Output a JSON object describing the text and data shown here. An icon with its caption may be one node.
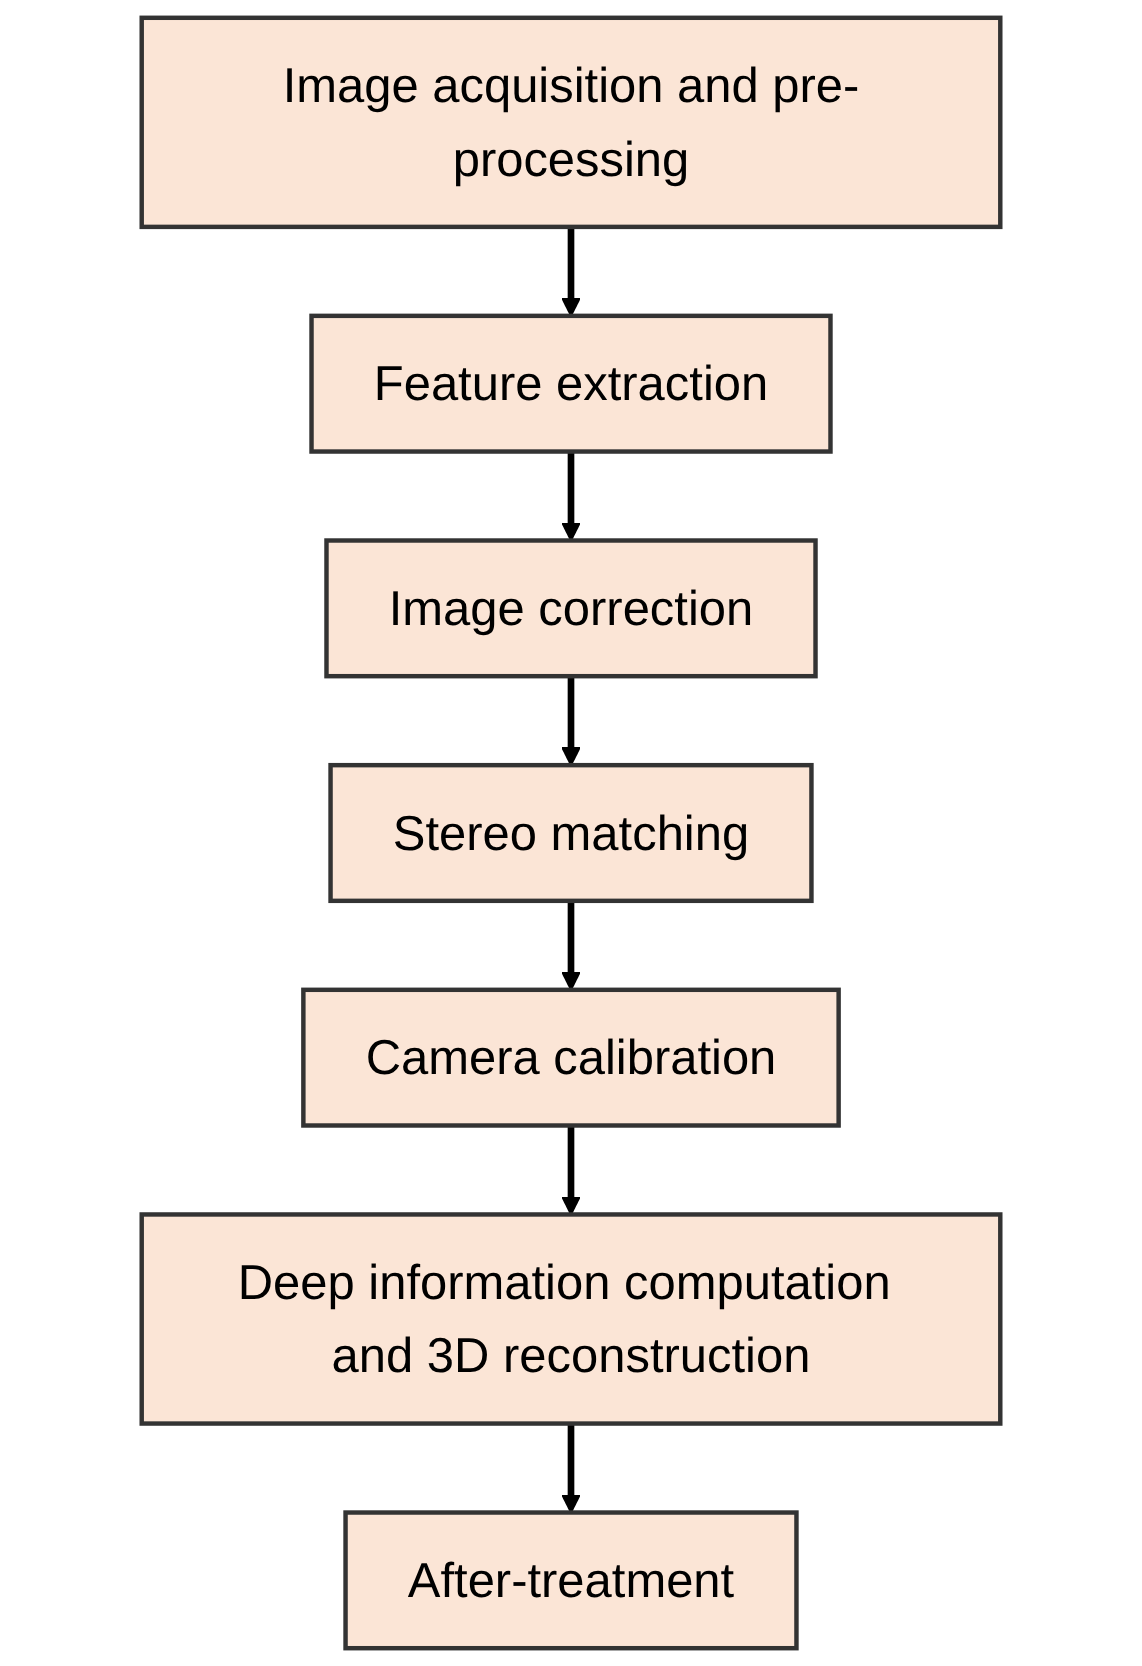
{
  "diagram": {
    "nodes": [
      {
        "text": [
          "Image acquisition and pre-processing"
        ]
      },
      {
        "text": [
          "Feature extraction"
        ]
      },
      {
        "text": [
          "Image correction"
        ]
      },
      {
        "text": [
          "Stereo matching"
        ]
      },
      {
        "text": [
          "Camera calibration"
        ]
      },
      {
        "text": [
          "Deep information computation and 3D reconstruction"
        ]
      },
      {
        "text": [
          "After-treatment"
        ]
      }
    ],
    "edges": [
      {
        "from": 0,
        "to": 1,
        "arrow": "to"
      },
      {
        "from": 1,
        "to": 2,
        "arrow": "to"
      },
      {
        "from": 2,
        "to": 3,
        "arrow": "to"
      },
      {
        "from": 3,
        "to": 4,
        "arrow": "to"
      },
      {
        "from": 4,
        "to": 5,
        "arrow": "to"
      },
      {
        "from": 5,
        "to": 6,
        "arrow": "to"
      }
    ]
  }
}
